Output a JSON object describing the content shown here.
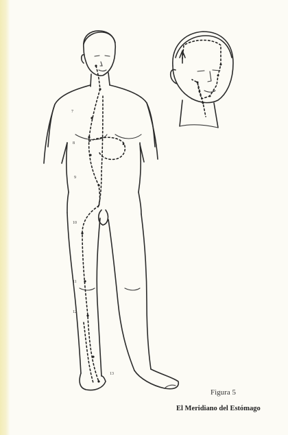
{
  "caption": {
    "figure": "Figura 5",
    "title": "El Meridiano del Estómago"
  },
  "point_labels": [
    "7",
    "8",
    "9",
    "10",
    "11",
    "12",
    "13"
  ],
  "colors": {
    "paper": "#fcfbf5",
    "binding_edge": "#f2ecb6",
    "ink": "#2b2b2b"
  }
}
